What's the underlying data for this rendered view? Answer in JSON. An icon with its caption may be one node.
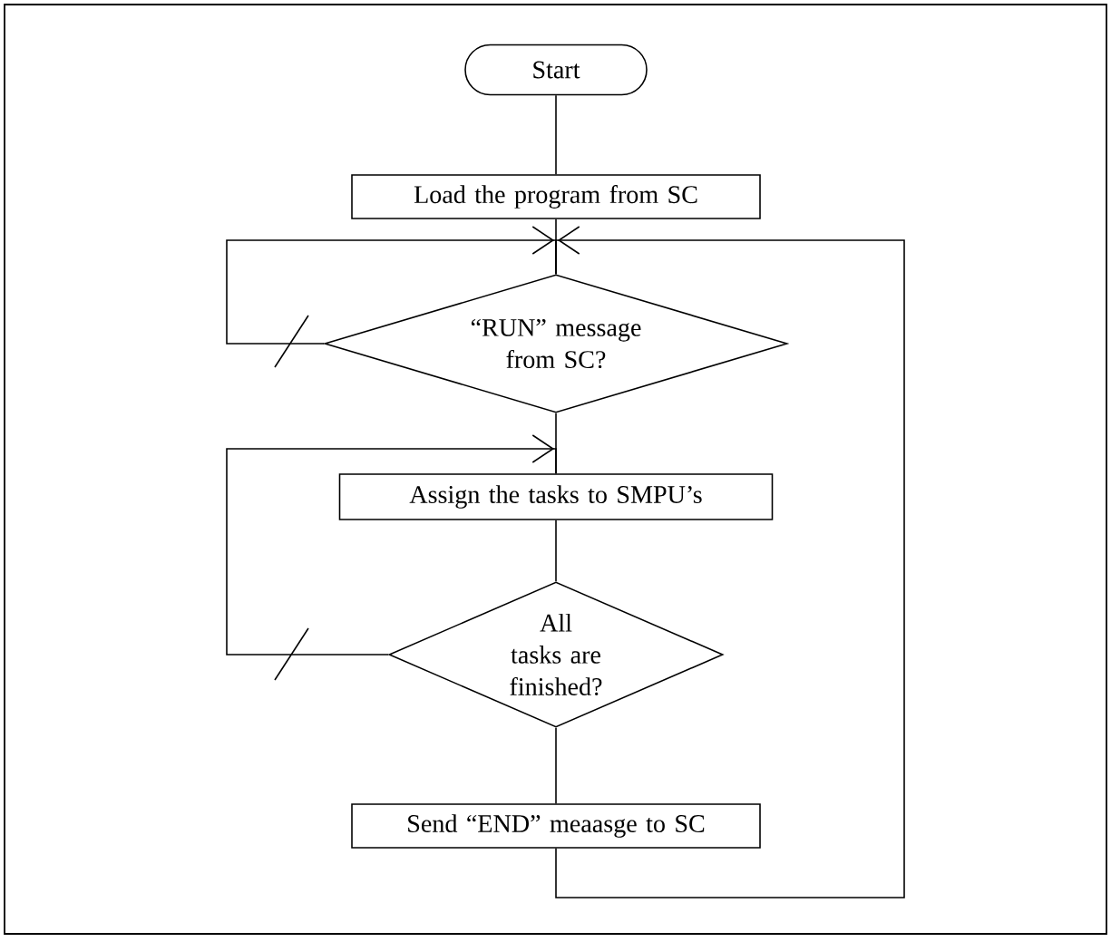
{
  "diagram": {
    "nodes": [
      {
        "text": [
          "Start"
        ]
      },
      {
        "text": [
          "Load the program from SC"
        ]
      },
      {
        "text": [
          "“RUN” message from SC?"
        ]
      },
      {
        "text": [
          "Assign the tasks to SMPU’s"
        ]
      },
      {
        "text": [
          "All tasks are finished?"
        ]
      },
      {
        "text": [
          "Send “END” meaasge to SC"
        ]
      }
    ],
    "edges": [
      {
        "from": 0,
        "to": 1,
        "arrow": "none"
      },
      {
        "from": 1,
        "to": 2,
        "arrow": "none"
      },
      {
        "from": 2,
        "to": 2,
        "arrow": "to"
      },
      {
        "from": 2,
        "to": 3,
        "arrow": "none"
      },
      {
        "from": 3,
        "to": 4,
        "arrow": "none"
      },
      {
        "from": 4,
        "to": 3,
        "arrow": "to"
      },
      {
        "from": 4,
        "to": 5,
        "arrow": "none"
      },
      {
        "from": 5,
        "to": 2,
        "arrow": "to"
      }
    ]
  }
}
